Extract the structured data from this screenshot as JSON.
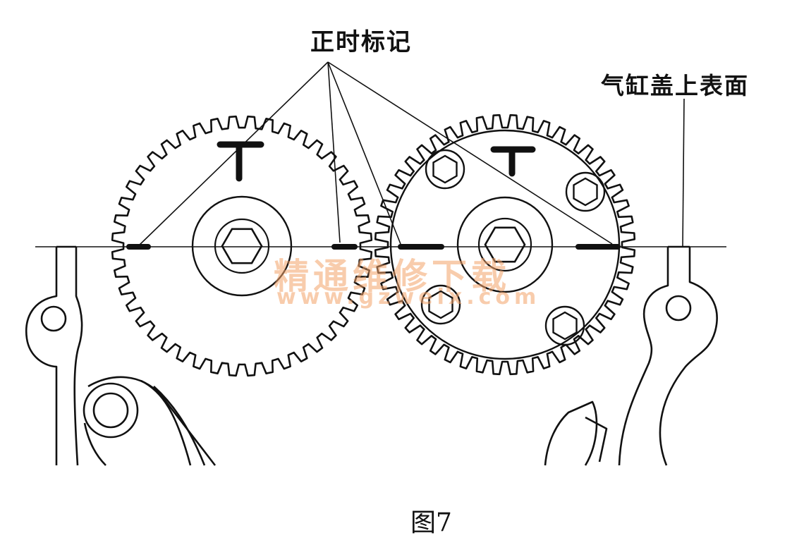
{
  "labels": {
    "timing_mark": "正时标记",
    "head_surface": "气缸盖上表面",
    "figure_caption": "图7"
  },
  "gears": [
    {
      "id": "left-camshaft-gear",
      "teeth": 44,
      "letter": "T",
      "bolts": 0
    },
    {
      "id": "right-camshaft-gear",
      "teeth": 48,
      "letter": "T",
      "bolts": 4
    }
  ],
  "watermark": {
    "text_cn": "精通维修下载",
    "url": "www.gzweix.com",
    "color": "#f4a46a"
  },
  "colors": {
    "line": "#111111",
    "background": "#ffffff"
  }
}
